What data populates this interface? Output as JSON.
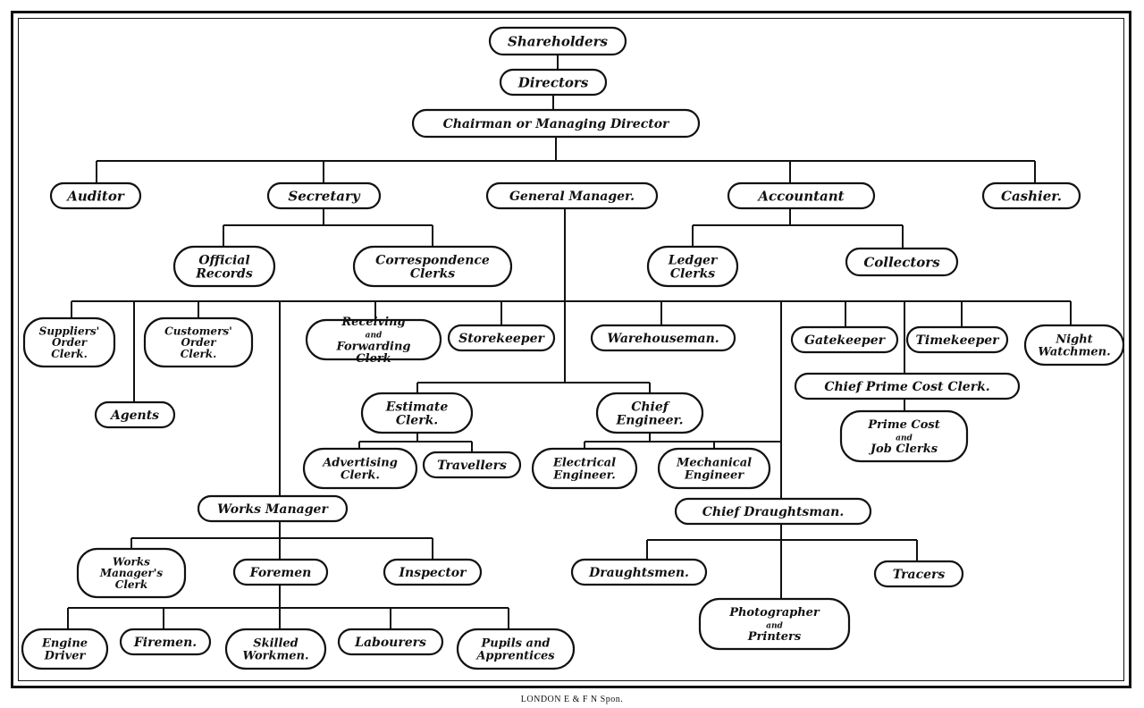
{
  "footer": "LONDON  E & F N Spon.",
  "nodes": [
    {
      "id": "shareholders",
      "lines": [
        "Shareholders"
      ]
    },
    {
      "id": "directors",
      "lines": [
        "Directors"
      ]
    },
    {
      "id": "chairman",
      "lines": [
        "Chairman or Managing Director"
      ]
    },
    {
      "id": "auditor",
      "lines": [
        "Auditor"
      ]
    },
    {
      "id": "secretary",
      "lines": [
        "Secretary"
      ]
    },
    {
      "id": "general-manager",
      "lines": [
        "General Manager."
      ]
    },
    {
      "id": "accountant",
      "lines": [
        "Accountant"
      ]
    },
    {
      "id": "cashier",
      "lines": [
        "Cashier."
      ]
    },
    {
      "id": "official-records",
      "lines": [
        "Official",
        "Records"
      ]
    },
    {
      "id": "correspondence-clerks",
      "lines": [
        "Correspondence",
        "Clerks"
      ]
    },
    {
      "id": "ledger-clerks",
      "lines": [
        "Ledger",
        "Clerks"
      ]
    },
    {
      "id": "collectors",
      "lines": [
        "Collectors"
      ]
    },
    {
      "id": "suppliers-order-clerk",
      "lines": [
        "Suppliers'",
        "Order",
        "Clerk."
      ]
    },
    {
      "id": "customers-order-clerk",
      "lines": [
        "Customers'",
        "Order",
        "Clerk."
      ]
    },
    {
      "id": "agents",
      "lines": [
        "Agents"
      ]
    },
    {
      "id": "receiving-forwarding-clerk",
      "lines": [
        "Receiving",
        "and",
        "Forwarding",
        "Clerk"
      ]
    },
    {
      "id": "storekeeper",
      "lines": [
        "Storekeeper"
      ]
    },
    {
      "id": "warehouseman",
      "lines": [
        "Warehouseman."
      ]
    },
    {
      "id": "gatekeeper",
      "lines": [
        "Gatekeeper"
      ]
    },
    {
      "id": "timekeeper",
      "lines": [
        "Timekeeper"
      ]
    },
    {
      "id": "night-watchmen",
      "lines": [
        "Night",
        "Watchmen."
      ]
    },
    {
      "id": "estimate-clerk",
      "lines": [
        "Estimate",
        "Clerk."
      ]
    },
    {
      "id": "chief-engineer",
      "lines": [
        "Chief",
        "Engineer."
      ]
    },
    {
      "id": "chief-prime-cost-clerk",
      "lines": [
        "Chief Prime Cost Clerk."
      ]
    },
    {
      "id": "prime-cost-job-clerks",
      "lines": [
        "Prime Cost",
        "and",
        "Job Clerks"
      ]
    },
    {
      "id": "advertising-clerk",
      "lines": [
        "Advertising",
        "Clerk."
      ]
    },
    {
      "id": "travellers",
      "lines": [
        "Travellers"
      ]
    },
    {
      "id": "electrical-engineer",
      "lines": [
        "Electrical",
        "Engineer."
      ]
    },
    {
      "id": "mechanical-engineer",
      "lines": [
        "Mechanical",
        "Engineer"
      ]
    },
    {
      "id": "works-manager",
      "lines": [
        "Works Manager"
      ]
    },
    {
      "id": "chief-draughtsman",
      "lines": [
        "Chief Draughtsman."
      ]
    },
    {
      "id": "works-managers-clerk",
      "lines": [
        "Works",
        "Manager's",
        "Clerk"
      ]
    },
    {
      "id": "foremen",
      "lines": [
        "Foremen"
      ]
    },
    {
      "id": "inspector",
      "lines": [
        "Inspector"
      ]
    },
    {
      "id": "draughtsmen",
      "lines": [
        "Draughtsmen."
      ]
    },
    {
      "id": "tracers",
      "lines": [
        "Tracers"
      ]
    },
    {
      "id": "photographer-printers",
      "lines": [
        "Photographer",
        "and",
        "Printers"
      ]
    },
    {
      "id": "engine-driver",
      "lines": [
        "Engine",
        "Driver"
      ]
    },
    {
      "id": "firemen",
      "lines": [
        "Firemen."
      ]
    },
    {
      "id": "skilled-workmen",
      "lines": [
        "Skilled",
        "Workmen."
      ]
    },
    {
      "id": "labourers",
      "lines": [
        "Labourers"
      ]
    },
    {
      "id": "pupils-apprentices",
      "lines": [
        "Pupils and",
        "Apprentices"
      ]
    }
  ]
}
